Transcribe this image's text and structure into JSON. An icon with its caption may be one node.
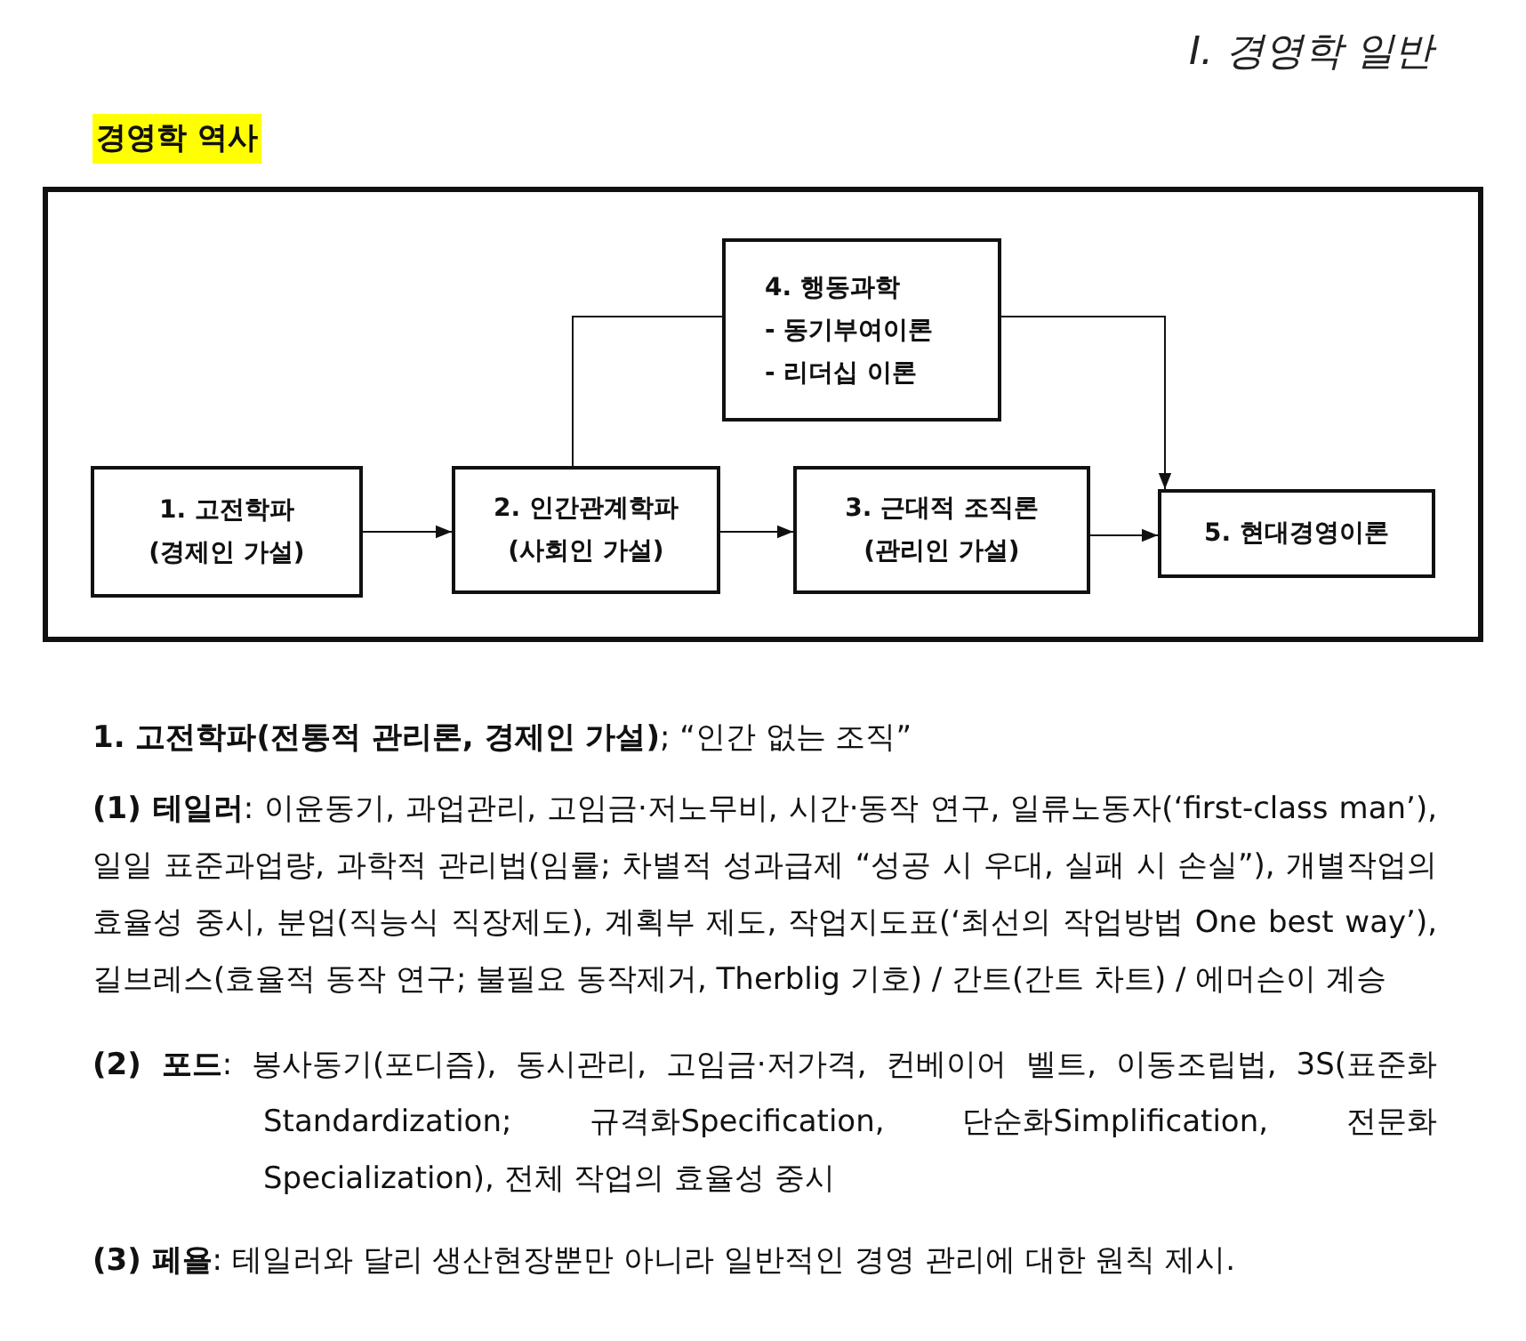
{
  "diagram": {
    "title": "경영학 역사",
    "nodes": [
      {
        "text": [],
        "shape": "box"
      },
      {
        "text": [
          "1. 고전학파",
          "(경제인 가설)"
        ],
        "in": 0
      },
      {
        "text": [
          "2. 인간관계학파",
          "(사회인 가설)"
        ],
        "in": 0
      },
      {
        "text": [
          "3. 근대적 조직론",
          "(관리인 가설)"
        ],
        "in": 0
      },
      {
        "text": [
          "4. 행동과학",
          "- 동기부여이론",
          "- 리더십 이론"
        ],
        "in": 0
      },
      {
        "text": [
          "5. 현대경영이론"
        ],
        "in": 0
      }
    ],
    "edges": [
      {
        "from": 1,
        "to": 2,
        "arrow": "to"
      },
      {
        "from": 2,
        "to": 3,
        "arrow": "to"
      },
      {
        "from": 3,
        "to": 5,
        "arrow": "to"
      },
      {
        "from": 2,
        "to": 4,
        "arrow": "none"
      },
      {
        "from": 4,
        "to": 5,
        "arrow": "to"
      }
    ],
    "labels": [
      "Ⅰ. 경영학 일반",
      "**1. 고전학파(전통적 관리론, 경제인 가설)**; “인간 없는 조직”",
      "**(1) 테일러**: 이윤동기, 과업관리, 고임금·저노무비, 시간·동작 연구, 일류노동자(‘first-class man’), 일일 표준과업량, 과학적 관리법(임률; 차별적 성과급제 “성공 시 우대, 실패 시 손실”), 개별작업의 효율성 중시, 분업(직능식 직장제도), 계획부 제도, 작업지도표(‘최선의 작업방법 One best way’), 길브레스(효율적 동작 연구; 불필요 동작제거, Therblig 기호) / 간트(간트 차트) / 에머슨이 계승",
      "**(2) 포드**: 봉사동기(포디즘), 동시관리, 고임금·저가격, 컨베이어 벨트, 이동조립법, 3S(표준화Standardization; 규격화Specification, 단순화Simplification, 전문화Specialization), 전체 작업의 효율성 중시",
      "**(3) 페욜**: 테일러와 달리 생산현장뿐만 아니라 일반적인 경영 관리에 대한 원칙 제시."
    ]
  }
}
